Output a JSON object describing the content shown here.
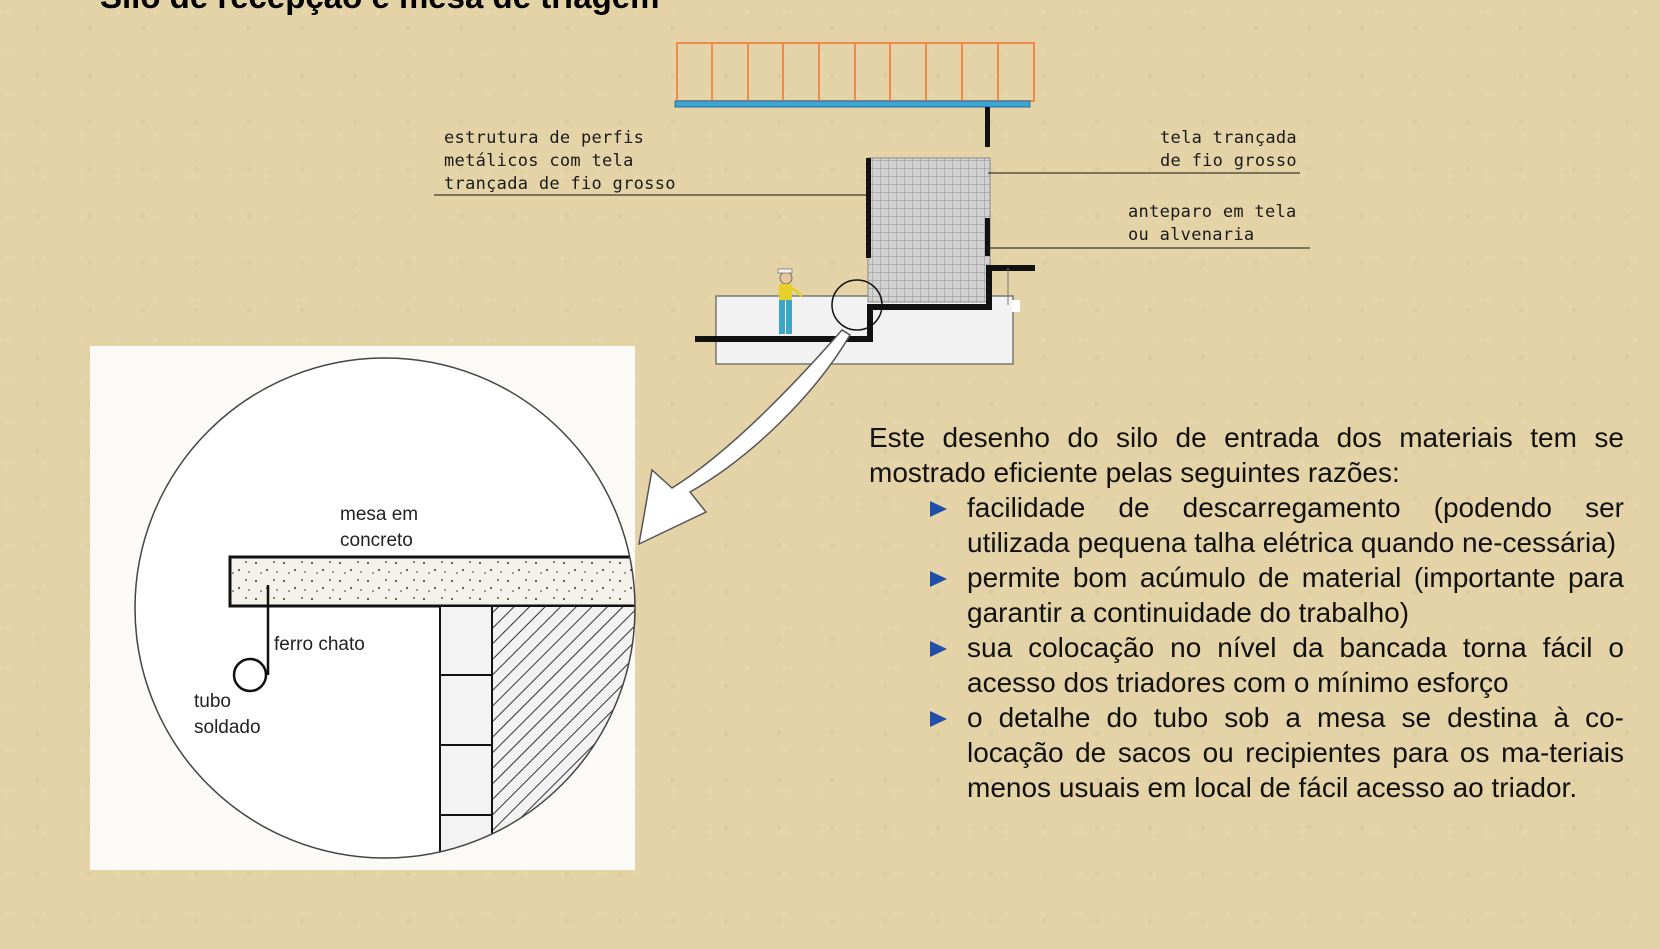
{
  "page_title": "Silo de recepção e mesa de triagem",
  "drawing": {
    "labels": {
      "structure": [
        "estrutura de perfis",
        "metálicos com tela",
        "trançada de fio grosso"
      ],
      "screen": [
        "tela trançada",
        "de fio grosso"
      ],
      "barrier": [
        "anteparo em tela",
        "ou alvenaria"
      ]
    },
    "detail_labels": {
      "table": [
        "mesa em",
        "concreto"
      ],
      "flat_iron": "ferro chato",
      "tube": [
        "tubo",
        "soldado"
      ]
    }
  },
  "description": {
    "intro": "Este desenho do silo de entrada dos materiais tem se mostrado eficiente pelas seguintes razões:",
    "reasons": [
      "facilidade de descarregamento (podendo ser utilizada pequena talha elétrica quando ne-cessária)",
      "permite bom acúmulo de material (importante para garantir a continuidade do trabalho)",
      "sua colocação no nível da bancada torna fácil o acesso dos triadores com o mínimo esforço",
      "o detalhe do tubo sob a mesa se destina à co-locação de sacos ou recipientes para os ma-teriais menos usuais em local de fácil acesso ao triador."
    ]
  },
  "colors": {
    "background": "#e3d3a6",
    "bullet": "#1f4fa8",
    "truck_bed": "#f08a4b",
    "truck_line": "#3aa6d8"
  }
}
